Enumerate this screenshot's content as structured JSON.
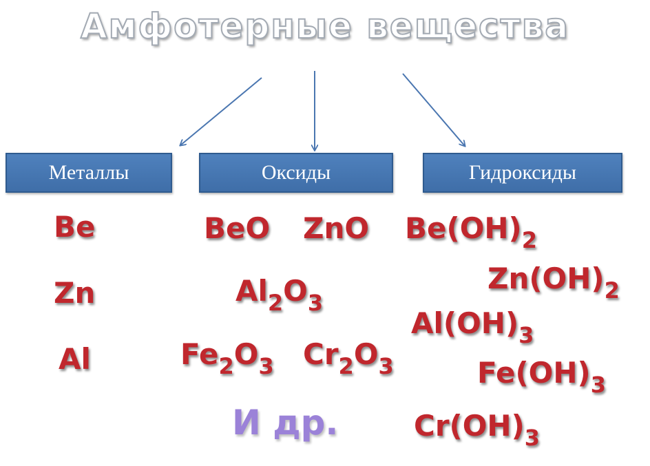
{
  "title": "Амфотерные вещества",
  "categories": {
    "metals": "Металлы",
    "oxides": "Оксиды",
    "hydroxides": "Гидроксиды"
  },
  "metals": {
    "be": "Be",
    "zn": "Zn",
    "al": "Al"
  },
  "oxides": {
    "beo": "BeO",
    "zno": "ZnO",
    "al2o3": {
      "p1": "Al",
      "s1": "2",
      "p2": "O",
      "s2": "3"
    },
    "fe2o3": {
      "p1": "Fe",
      "s1": "2",
      "p2": "O",
      "s2": "3"
    },
    "cr2o3": {
      "p1": "Cr",
      "s1": "2",
      "p2": "O",
      "s2": "3"
    },
    "etc": "И др."
  },
  "hydroxides": {
    "beoh2": {
      "p1": "Be(OH)",
      "s1": "2"
    },
    "znoh2": {
      "p1": "Zn(OH)",
      "s1": "2"
    },
    "aloh3": {
      "p1": "Al(OH)",
      "s1": "3"
    },
    "feoh3": {
      "p1": "Fe(OH)",
      "s1": "3"
    },
    "croh3": {
      "p1": "Cr(OH)",
      "s1": "3"
    }
  },
  "colors": {
    "title_fill": "#ffffff",
    "box_fill": "#4f81bd",
    "formula": "#c0272d",
    "etc": "#9b82d8",
    "arrow": "#4a76b0"
  }
}
